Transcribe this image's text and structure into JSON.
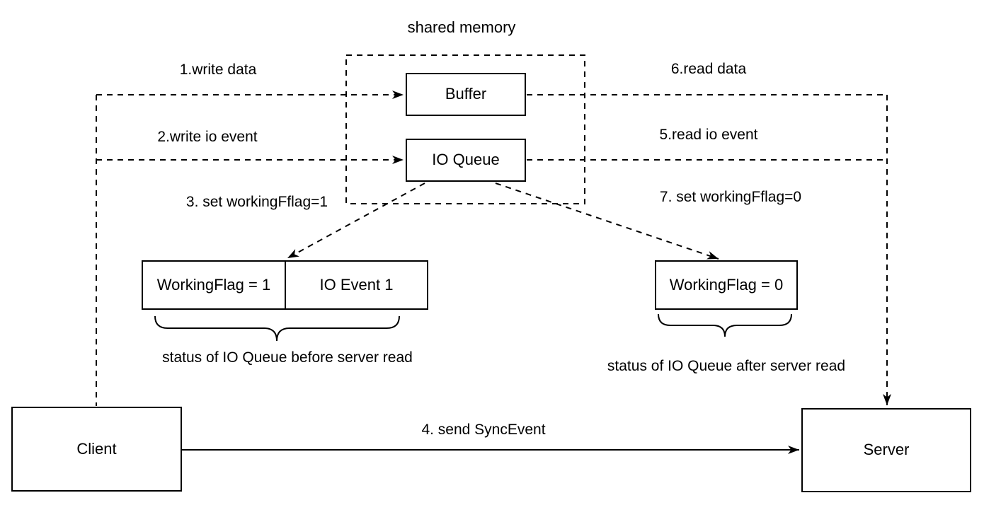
{
  "diagram": {
    "title": "shared memory",
    "nodes": {
      "buffer": "Buffer",
      "io_queue": "IO Queue",
      "client": "Client",
      "server": "Server",
      "working_flag_1": "WorkingFlag = 1",
      "io_event_1": "IO Event 1",
      "working_flag_0": "WorkingFlag = 0"
    },
    "edge_labels": {
      "step1": "1.write data",
      "step2": "2.write io event",
      "step3": "3. set workingFflag=1",
      "step4": "4. send SyncEvent",
      "step5": "5.read io event",
      "step6": "6.read data",
      "step7": "7. set workingFflag=0"
    },
    "annotations": {
      "before": "status of IO Queue before server read",
      "after": "status of IO Queue after server read"
    },
    "colors": {
      "line": "#000000",
      "background": "#ffffff"
    }
  }
}
